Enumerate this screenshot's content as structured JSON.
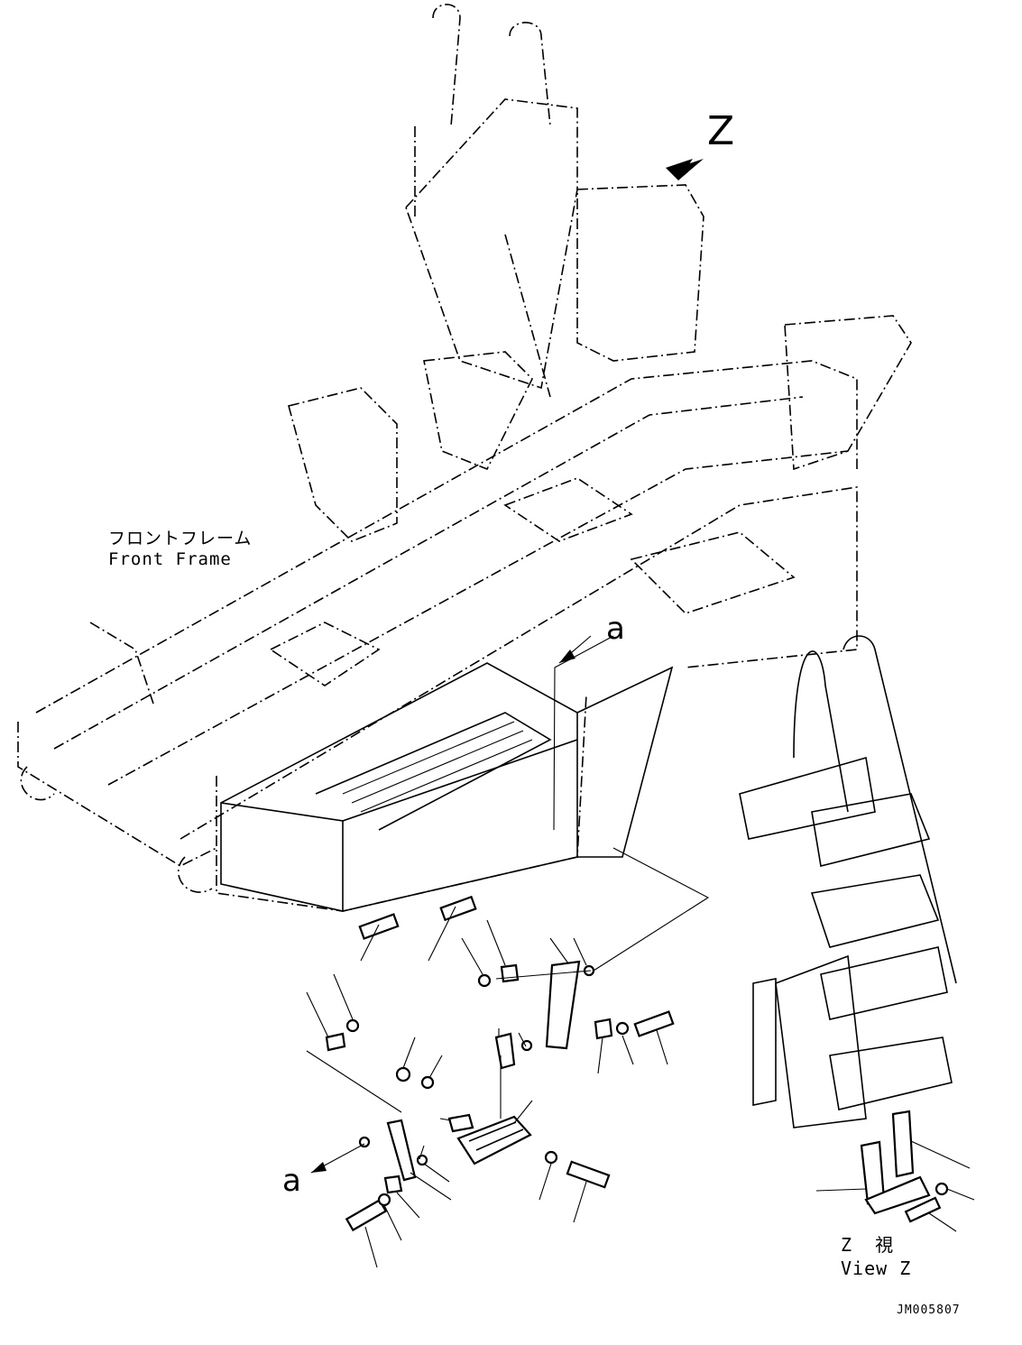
{
  "labels": {
    "front_frame_jp": "フロントフレーム",
    "front_frame_en": "Front Frame",
    "view_marker": "Z",
    "detail_marker_top": "a",
    "detail_marker_bottom": "a",
    "view_z_jp": "Z 視",
    "view_z_en": "View Z",
    "drawing_number": "JM005807"
  },
  "colors": {
    "line": "#000000",
    "background": "#ffffff"
  }
}
